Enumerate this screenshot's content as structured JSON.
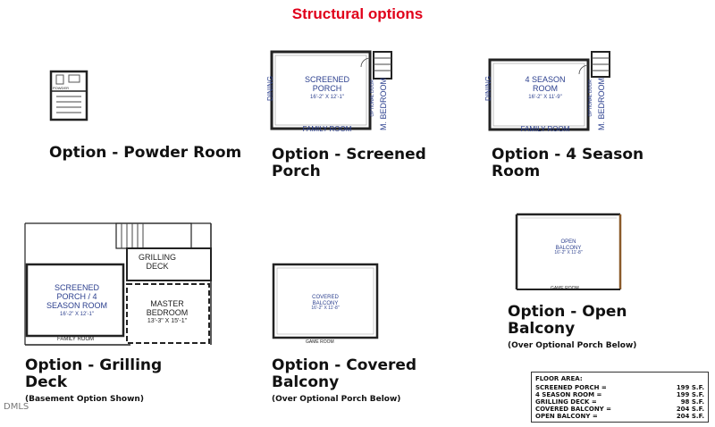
{
  "page": {
    "title": "Structural options",
    "watermark": "DMLS"
  },
  "options": {
    "powder_room": {
      "title": "Option - Powder Room",
      "plan_label": "POWDER"
    },
    "screened_porch": {
      "title_line1": "Option - Screened",
      "title_line2": "Porch",
      "room_line1": "SCREENED",
      "room_line2": "PORCH",
      "dims": "16'-2\" X 12'-1\"",
      "left_label": "DINING",
      "right_label": "M. BEDROOM",
      "door_label": "OPTIONAL DOOR",
      "bottom_label": "FAMILY ROOM"
    },
    "four_season": {
      "title_line1": "Option - 4 Season",
      "title_line2": "Room",
      "room_line1": "4 SEASON",
      "room_line2": "ROOM",
      "dims": "16'-2\" X 11'-9\"",
      "left_label": "DINING",
      "right_label": "M. BEDROOM",
      "door_label": "OPTIONAL DOOR",
      "bottom_label": "FAMILY ROOM"
    },
    "grilling_deck": {
      "title_line1": "Option - Grilling",
      "title_line2": "Deck",
      "subtitle": "(Basement Option Shown)",
      "room_line1": "SCREENED",
      "room_line2": "PORCH / 4",
      "room_line3": "SEASON ROOM",
      "dims": "16'-2\" X 12'-1\"",
      "deck_line1": "GRILLING",
      "deck_line2": "DECK",
      "bed_line1": "MASTER",
      "bed_line2": "BEDROOM",
      "bed_dims": "13'-3\" X 15'-1\"",
      "bottom_label": "FAMILY ROOM"
    },
    "covered_balcony": {
      "title_line1": "Option - Covered",
      "title_line2": "Balcony",
      "subtitle": "(Over Optional Porch Below)",
      "room_line1": "COVERED",
      "room_line2": "BALCONY",
      "dims": "16'-2\" X 11'-8\"",
      "bottom_label": "GAME ROOM"
    },
    "open_balcony": {
      "title_line1": "Option - Open",
      "title_line2": "Balcony",
      "subtitle": "(Over Optional Porch Below)",
      "room_line1": "OPEN",
      "room_line2": "BALCONY",
      "dims": "16'-2\" X 11'-8\"",
      "bottom_label": "GAME ROOM"
    }
  },
  "floor_area": {
    "heading": "FLOOR AREA:",
    "rows": [
      {
        "label": "SCREENED PORCH =",
        "value": "199",
        "unit": "S.F."
      },
      {
        "label": "4 SEASON ROOM =",
        "value": "199",
        "unit": "S.F."
      },
      {
        "label": "GRILLING DECK =",
        "value": "98",
        "unit": "S.F."
      },
      {
        "label": "COVERED BALCONY =",
        "value": "204",
        "unit": "S.F."
      },
      {
        "label": "OPEN BALCONY =",
        "value": "204",
        "unit": "S.F."
      }
    ]
  }
}
